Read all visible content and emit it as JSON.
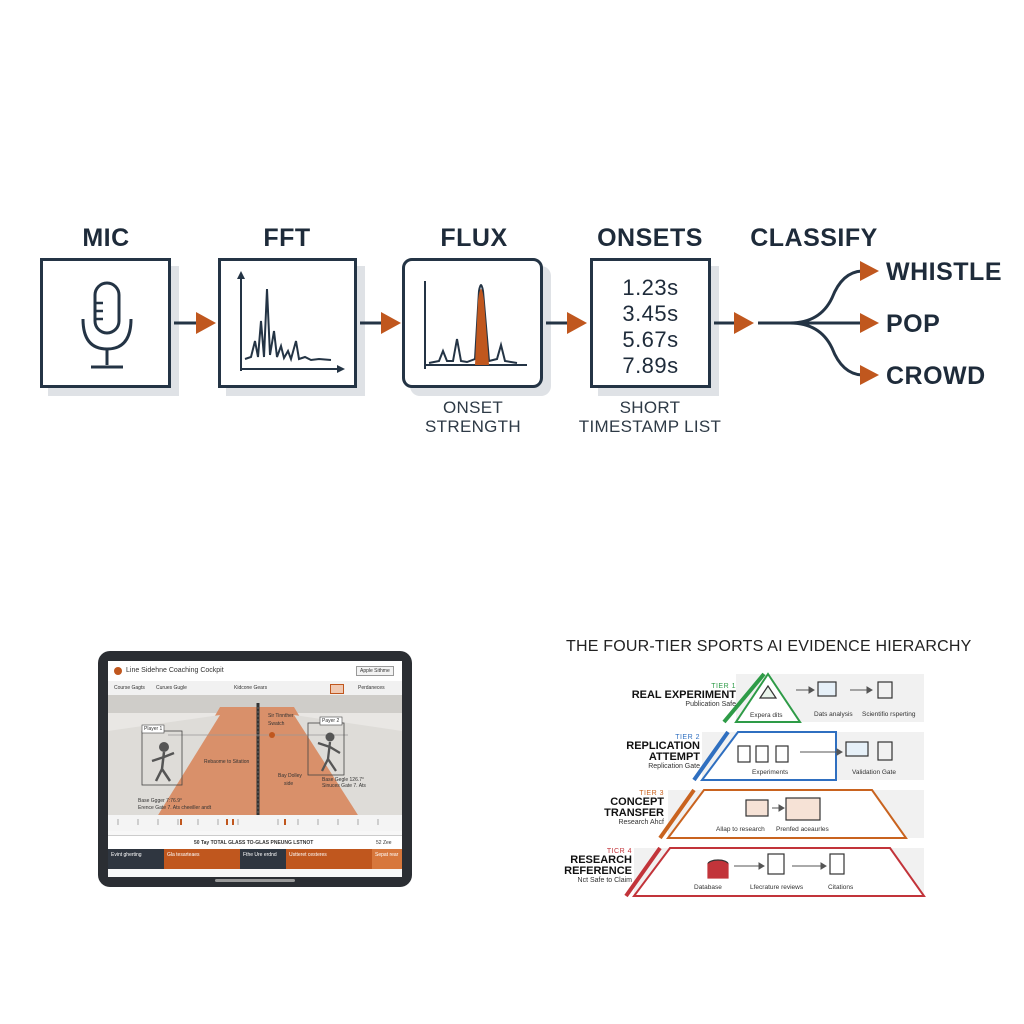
{
  "pipeline": {
    "stages": [
      {
        "title": "MIC"
      },
      {
        "title": "FFT"
      },
      {
        "title": "FLUX",
        "caption_line1": "ONSET",
        "caption_line2": "STRENGTH"
      },
      {
        "title": "ONSETS",
        "caption_line1": "SHORT",
        "caption_line2": "TIMESTAMP LIST",
        "timestamps": [
          "1.23s",
          "3.45s",
          "5.67s",
          "7.89s"
        ]
      },
      {
        "title": "CLASSIFY"
      }
    ],
    "outputs": [
      "WHISTLE",
      "POP",
      "CROWD"
    ],
    "colors": {
      "accent": "#c0571e",
      "ink": "#243445",
      "shadow": "#dfe2e6"
    }
  },
  "tablet": {
    "app_title": "Line Sidehne Coaching Cockpit",
    "top_button": "Apple Sithme",
    "toolbar": [
      "Course Gagts",
      "Curues Gugle",
      "Kidcone Gears",
      "Perdaneces"
    ],
    "player1_label": "Player 1",
    "player2_label": "Payer 2",
    "court_notes": [
      "Rebaome to Sitation",
      "Sir Tinnther",
      "Swatch",
      "Bay Dolley",
      "side"
    ],
    "p1_stats": [
      "Base Ggger 7:76.9°",
      "Erence Gate 7. Ats cheeiller andt"
    ],
    "p2_stats": [
      "Base Gegle 126.7°",
      "Sinuces Gate 7. Ats"
    ],
    "banner_text": "50 Tay TOTAL GLASS TO-GLAS PNEUNG LSTNOT",
    "banner_right": "52 Zee",
    "footer_cells": [
      "Evint gherting",
      "Gla tesarteaes",
      "Fthe Ure erdnd",
      "Ustteret cesteres",
      "Sepat rear"
    ],
    "colors": {
      "court": "#d9906a",
      "accent": "#c0571e",
      "bezel": "#2b2e33"
    }
  },
  "pyramid": {
    "title": "THE FOUR-TIER SPORTS AI EVIDENCE HIERARCHY",
    "tiers": [
      {
        "num": "TIER 1",
        "name_lines": [
          "REAL EXPERIMENT"
        ],
        "sub": "Publication Safe",
        "color": "#2e9b47",
        "steps": [
          "Expera dits",
          "Dats analysis",
          "Scientifio rsperting"
        ]
      },
      {
        "num": "TIER 2",
        "name_lines": [
          "REPLICATION",
          "ATTEMPT"
        ],
        "sub": "Replication Gate",
        "color": "#2f6fc0",
        "steps": [
          "Experiments",
          "Validation Gate"
        ]
      },
      {
        "num": "TIER 3",
        "name_lines": [
          "CONCEPT",
          "TRANSFER"
        ],
        "sub": "Research Ahcf",
        "color": "#c9631f",
        "steps": [
          "Allap to research",
          "Prenfed aceaurles"
        ]
      },
      {
        "num": "TICR 4",
        "name_lines": [
          "RESEARCH",
          "REFERENCE"
        ],
        "sub": "Nct Safe to Claim",
        "color": "#c2343a",
        "steps": [
          "Database",
          "Lfecrature reviews",
          "Citations"
        ]
      }
    ]
  }
}
